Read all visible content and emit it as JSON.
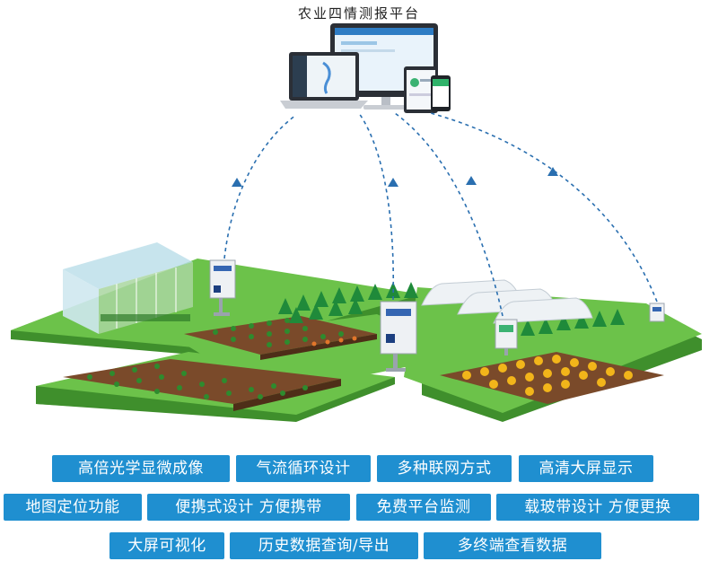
{
  "title": "农业四情测报平台",
  "features": [
    "高倍光学显微成像",
    "气流循环设计",
    "多种联网方式",
    "高清大屏显示",
    "地图定位功能",
    "便携式设计 方便携带",
    "免费平台监测",
    "载玻带设计 方便更换",
    "大屏可视化",
    "历史数据查询/导出",
    "多终端查看数据"
  ],
  "colors": {
    "tag_bg": "#1f8fd0",
    "grass": "#6cc24a",
    "grass_side": "#3f8f2c",
    "soil": "#7a4a2a",
    "link_line": "#2a6fb0"
  },
  "icons": [
    "laptop-icon",
    "desktop-monitor-icon",
    "tablet-icon",
    "phone-icon",
    "greenhouse-icon",
    "monitoring-station-icon",
    "tree-icon",
    "tunnel-greenhouse-icon"
  ]
}
